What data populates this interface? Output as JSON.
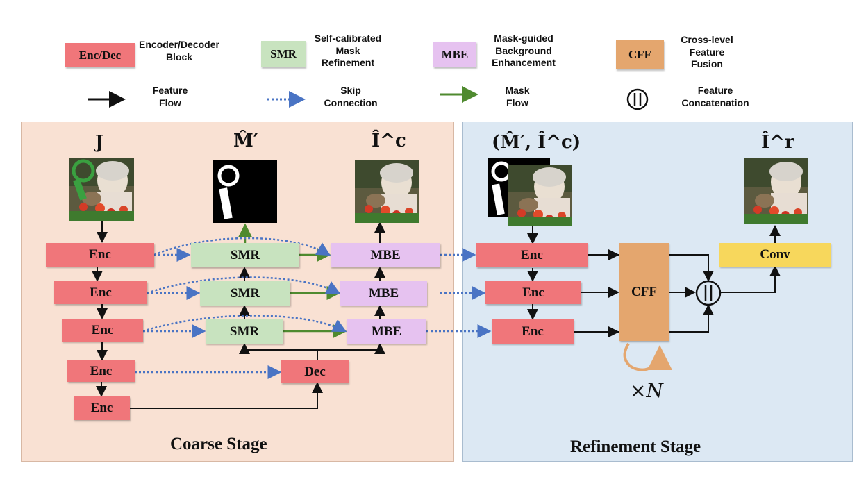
{
  "legend": {
    "enc_dec": {
      "box": "Enc/Dec",
      "text": "Encoder/Decoder\nBlock"
    },
    "smr": {
      "box": "SMR",
      "text": "Self-calibrated\nMask\nRefinement"
    },
    "mbe": {
      "box": "MBE",
      "text": "Mask-guided\nBackground\nEnhancement"
    },
    "cff": {
      "box": "CFF",
      "text": "Cross-level\nFeature\nFusion"
    },
    "feature_flow": "Feature\nFlow",
    "skip_connection": "Skip\nConnection",
    "mask_flow": "Mask\nFlow",
    "concat": "Feature\nConcatenation"
  },
  "coarse": {
    "title": "Coarse Stage",
    "labels": {
      "input": "J",
      "mask": "M̂′",
      "coarse": "Î^c"
    },
    "enc": [
      "Enc",
      "Enc",
      "Enc",
      "Enc",
      "Enc"
    ],
    "dec": "Dec",
    "smr": [
      "SMR",
      "SMR",
      "SMR"
    ],
    "mbe": [
      "MBE",
      "MBE",
      "MBE"
    ]
  },
  "refine": {
    "title": "Refinement Stage",
    "labels": {
      "input": "(M̂′, Î^c)",
      "output": "Î^r"
    },
    "enc": [
      "Enc",
      "Enc",
      "Enc"
    ],
    "cff": "CFF",
    "conv": "Conv",
    "repeat": "×N"
  },
  "colors": {
    "enc": "#f0767a",
    "smr": "#c8e3bf",
    "mbe": "#e6c2f0",
    "cff": "#e4a66e",
    "conv": "#f7d75c",
    "coarse_bg": "#f9e1d3",
    "refine_bg": "#dce8f3",
    "skip": "#4a74c4",
    "mask_flow": "#4f8a2f"
  }
}
